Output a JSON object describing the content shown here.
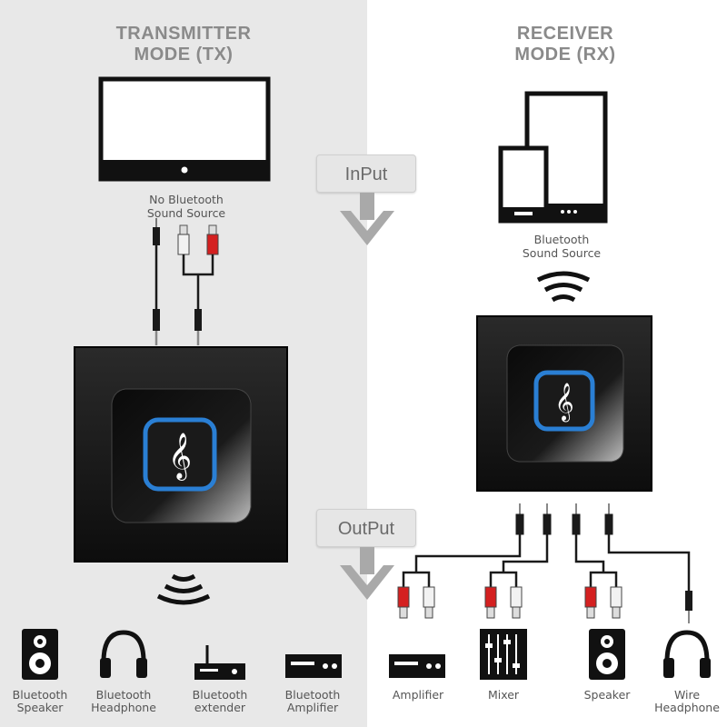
{
  "tx": {
    "title_line1": "TRANSMITTER",
    "title_line2": "MODE (TX)",
    "source_line1": "No Bluetooth",
    "source_line2": "Sound Source"
  },
  "rx": {
    "title_line1": "RECEIVER",
    "title_line2": "MODE (RX)",
    "source_line1": "Bluetooth",
    "source_line2": "Sound Source"
  },
  "steps": {
    "input": "InPut",
    "output": "OutPut"
  },
  "tx_devices": [
    {
      "icon": "speaker-icon",
      "line1": "Bluetooth",
      "line2": "Speaker"
    },
    {
      "icon": "headphone-icon",
      "line1": "Bluetooth",
      "line2": "Headphone"
    },
    {
      "icon": "extender-icon",
      "line1": "Bluetooth",
      "line2": "extender"
    },
    {
      "icon": "amplifier-icon",
      "line1": "Bluetooth",
      "line2": "Amplifier"
    }
  ],
  "rx_devices": [
    {
      "icon": "amplifier-icon",
      "line1": "Amplifier",
      "line2": ""
    },
    {
      "icon": "mixer-icon",
      "line1": "Mixer",
      "line2": ""
    },
    {
      "icon": "speaker-icon",
      "line1": "Speaker",
      "line2": ""
    },
    {
      "icon": "headphone-icon",
      "line1": "Wire",
      "line2": "Headphone"
    }
  ],
  "colors": {
    "left_bg": "#e8e8e8",
    "right_bg": "#ffffff",
    "title": "#8a8a8a",
    "device_body": "#1c1c1c",
    "accent_blue": "#2a7fd4",
    "rca_red": "#d42020",
    "arrow_gray": "#a9a9a9"
  }
}
